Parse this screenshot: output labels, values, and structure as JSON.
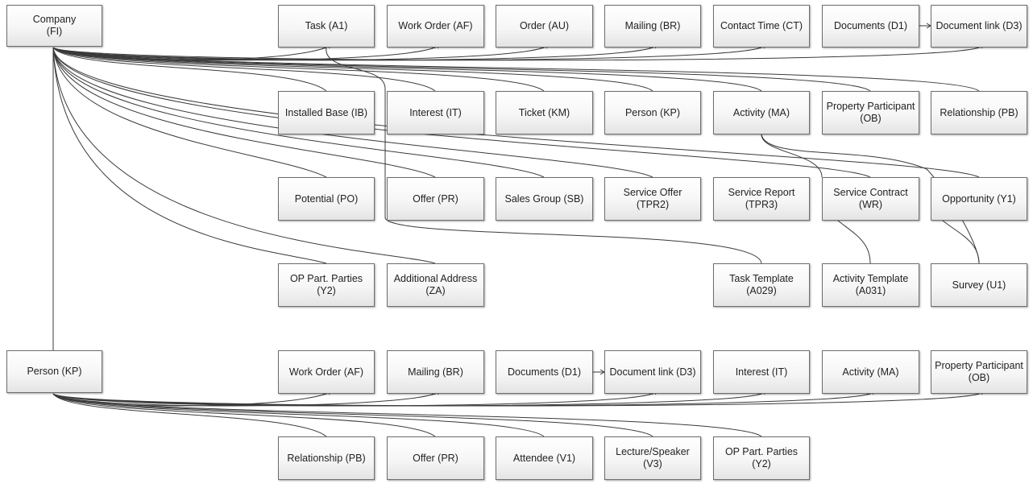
{
  "diagram": {
    "company": {
      "root": {
        "id": "FI",
        "label": "Company\n(FI)"
      },
      "children": [
        {
          "id": "A1",
          "label": "Task (A1)"
        },
        {
          "id": "AF",
          "label": "Work Order (AF)"
        },
        {
          "id": "AU",
          "label": "Order (AU)"
        },
        {
          "id": "BR",
          "label": "Mailing (BR)"
        },
        {
          "id": "CT",
          "label": "Contact Time (CT)"
        },
        {
          "id": "D1",
          "label": "Documents (D1)"
        },
        {
          "id": "D3",
          "label": "Document link (D3)"
        },
        {
          "id": "IB",
          "label": "Installed Base (IB)"
        },
        {
          "id": "IT",
          "label": "Interest (IT)"
        },
        {
          "id": "KM",
          "label": "Ticket (KM)"
        },
        {
          "id": "KP",
          "label": "Person (KP)"
        },
        {
          "id": "MA",
          "label": "Activity (MA)"
        },
        {
          "id": "OB",
          "label": "Property Participant\n(OB)"
        },
        {
          "id": "PB",
          "label": "Relationship (PB)"
        },
        {
          "id": "PO",
          "label": "Potential (PO)"
        },
        {
          "id": "PR",
          "label": "Offer (PR)"
        },
        {
          "id": "SB",
          "label": "Sales Group (SB)"
        },
        {
          "id": "TPR2",
          "label": "Service Offer\n(TPR2)"
        },
        {
          "id": "TPR3",
          "label": "Service Report\n(TPR3)"
        },
        {
          "id": "WR",
          "label": "Service Contract\n(WR)"
        },
        {
          "id": "Y1",
          "label": "Opportunity (Y1)"
        },
        {
          "id": "Y2",
          "label": "OP Part. Parties\n(Y2)"
        },
        {
          "id": "ZA",
          "label": "Additional Address\n(ZA)"
        },
        {
          "id": "A029",
          "label": "Task Template\n(A029)"
        },
        {
          "id": "A031",
          "label": "Activity Template\n(A031)"
        },
        {
          "id": "U1",
          "label": "Survey (U1)"
        }
      ]
    },
    "person": {
      "root": {
        "id": "KP2",
        "label": "Person (KP)"
      },
      "children": [
        {
          "id": "AF",
          "label": "Work Order (AF)"
        },
        {
          "id": "BR",
          "label": "Mailing (BR)"
        },
        {
          "id": "D1",
          "label": "Documents (D1)"
        },
        {
          "id": "D3",
          "label": "Document link (D3)"
        },
        {
          "id": "IT",
          "label": "Interest (IT)"
        },
        {
          "id": "MA",
          "label": "Activity (MA)"
        },
        {
          "id": "OB",
          "label": "Property Participant\n(OB)"
        },
        {
          "id": "PB",
          "label": "Relationship (PB)"
        },
        {
          "id": "PR",
          "label": "Offer (PR)"
        },
        {
          "id": "V1",
          "label": "Attendee (V1)"
        },
        {
          "id": "V3",
          "label": "Lecture/Speaker\n(V3)"
        },
        {
          "id": "Y2",
          "label": "OP Part. Parties\n(Y2)"
        }
      ]
    },
    "line_color": "#3a3a3a"
  }
}
